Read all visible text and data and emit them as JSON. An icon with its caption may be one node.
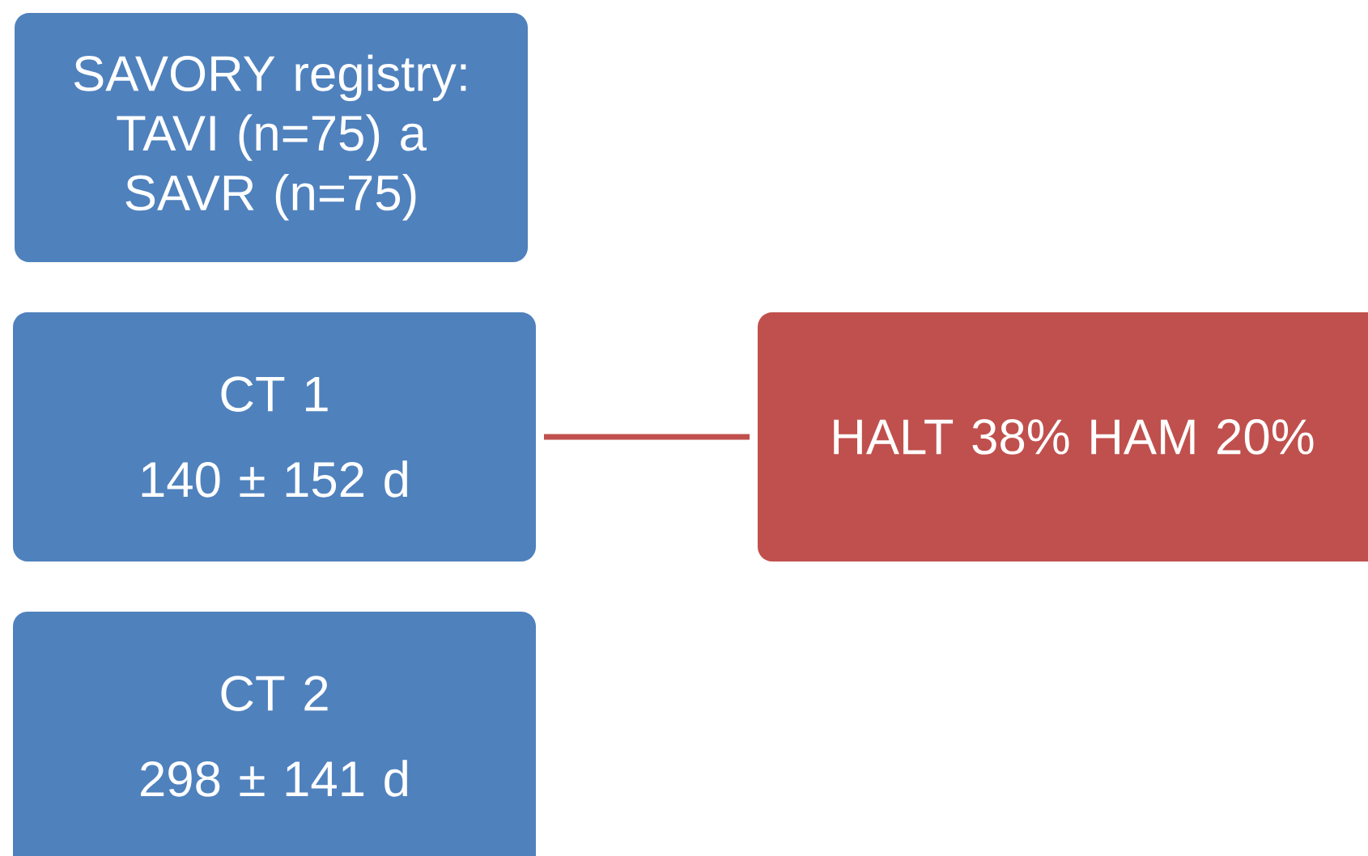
{
  "diagram": {
    "nodes": [
      {
        "text": [
          "SAVORY registry: TAVI (n=75) a SAVR (n=75)"
        ]
      },
      {
        "text": [
          "CT 1",
          "140 ± 152 d"
        ]
      },
      {
        "text": [
          "CT 2",
          "298 ± 141 d"
        ]
      },
      {
        "text": [
          "HALT 38% HAM 20%"
        ]
      }
    ],
    "edges": [
      {
        "from": 1,
        "to": 3,
        "arrow": "none",
        "color": "#c0504d"
      }
    ]
  }
}
